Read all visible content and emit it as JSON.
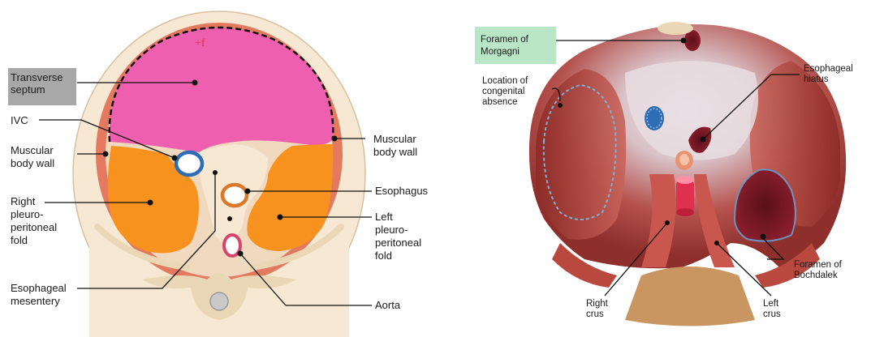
{
  "left_panel": {
    "labels": {
      "transverse_septum": [
        "Transverse",
        "septum"
      ],
      "ivc": [
        "IVC"
      ],
      "muscular_body_wall_left": [
        "Muscular",
        "body wall"
      ],
      "right_ppf": [
        "Right",
        "pleuro-",
        "peritoneal",
        "fold"
      ],
      "esophageal_mesentery": [
        "Esophageal",
        "mesentery"
      ],
      "muscular_body_wall_right": [
        "Muscular",
        "body wall"
      ],
      "esophagus": [
        "Esophagus"
      ],
      "left_ppf": [
        "Left",
        "pleuro-",
        "peritoneal",
        "fold"
      ],
      "aorta": [
        "Aorta"
      ]
    },
    "marker": "+f",
    "highlight_color": "#a8a8a8"
  },
  "right_panel": {
    "labels": {
      "foramen_morgagni": [
        "Foramen of",
        "Morgagni"
      ],
      "location_absence": [
        "Location of",
        "congenital",
        "absence"
      ],
      "esophageal_hiatus": [
        "Esophageal",
        "hiatus"
      ],
      "foramen_bochdalek": [
        "Foramen of",
        "Bochdalek"
      ],
      "right_crus": [
        "Right",
        "crus"
      ],
      "left_crus": [
        "Left",
        "crus"
      ]
    },
    "highlight_color": "#b9e6c6"
  },
  "colors": {
    "septum": "#ef5fb0",
    "ppf": "#f7921e",
    "body_wall": "#e0735a",
    "body_skin": "#f3e0c4",
    "ivc": "#2e6db4",
    "esophagus": "#d9792a",
    "aorta": "#d8456b"
  }
}
